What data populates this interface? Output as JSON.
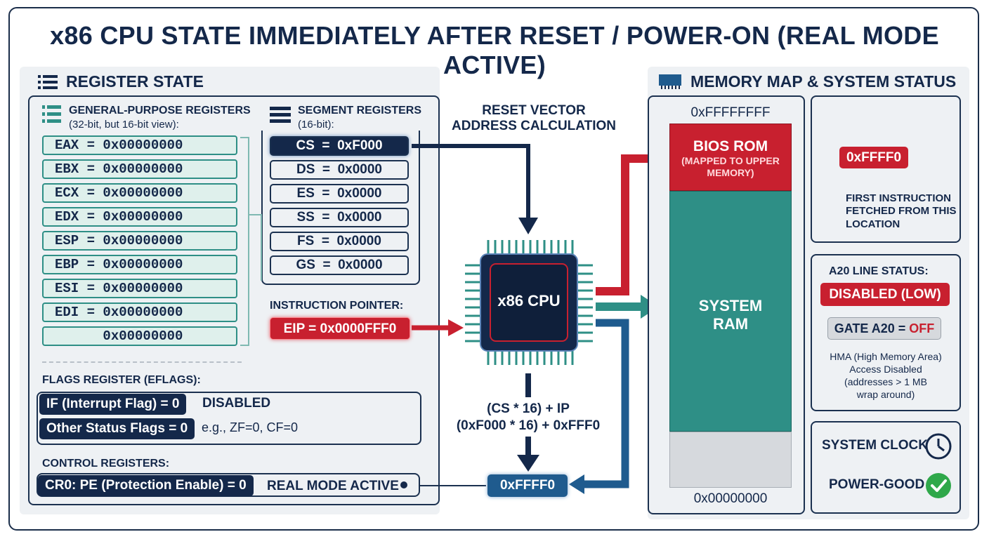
{
  "title": "x86 CPU STATE IMMEDIATELY AFTER RESET / POWER-ON (REAL MODE ACTIVE)",
  "register_state": {
    "heading": "REGISTER STATE",
    "gp_heading": "GENERAL-PURPOSE REGISTERS",
    "gp_sub": "(32-bit, but 16-bit view):",
    "gp_registers": [
      "EAX = 0x00000000",
      "EBX = 0x00000000",
      "ECX = 0x00000000",
      "EDX = 0x00000000",
      "ESP = 0x00000000",
      "EBP = 0x00000000",
      "ESI = 0x00000000",
      "EDI = 0x00000000",
      "      0x00000000"
    ],
    "seg_heading": "SEGMENT REGISTERS",
    "seg_sub": "(16-bit):",
    "seg_registers": [
      "CS  =  0xF000",
      "DS  =  0x0000",
      "ES  =  0x0000",
      "SS  =  0x0000",
      "FS  =  0x0000",
      "GS  =  0x0000"
    ],
    "ip_heading": "INSTRUCTION POINTER:",
    "eip": "EIP = 0x0000FFF0",
    "flags_heading": "FLAGS REGISTER (EFLAGS):",
    "if_flag": "IF (Interrupt Flag) = 0",
    "if_state": "DISABLED",
    "other_flags": "Other Status Flags = 0",
    "other_flags_note": "e.g., ZF=0, CF=0",
    "control_heading": "CONTROL REGISTERS:",
    "cr0": "CR0: PE (Protection Enable) = 0",
    "mode": "REAL MODE ACTIVE"
  },
  "center": {
    "reset_vector_line1": "RESET VECTOR",
    "reset_vector_line2": "ADDRESS CALCULATION",
    "cpu_label": "x86 CPU",
    "formula_line1": "(CS * 16) + IP",
    "formula_line2": "(0xF000 * 16) + 0xFFF0",
    "result": "0xFFFF0"
  },
  "memory": {
    "heading": "MEMORY MAP & SYSTEM STATUS",
    "top_address": "0xFFFFFFFF",
    "bios_label": "BIOS ROM",
    "bios_sub_line1": "(MAPPED TO UPPER",
    "bios_sub_line2": "MEMORY)",
    "ram_line1": "SYSTEM",
    "ram_line2": "RAM",
    "bottom_address": "0x00000000",
    "fetch_address": "0xFFFF0",
    "fetch_note_line1": "FIRST INSTRUCTION",
    "fetch_note_line2": "FETCHED FROM THIS",
    "fetch_note_line3": "LOCATION"
  },
  "a20": {
    "heading": "A20 LINE STATUS:",
    "status": "DISABLED (LOW)",
    "gate_label": "GATE A20 = ",
    "gate_value": "OFF",
    "note_line1": "HMA (High Memory Area)",
    "note_line2": "Access Disabled",
    "note_line3": "(addresses > 1 MB",
    "note_line4": "wrap around)"
  },
  "system": {
    "clock_label": "SYSTEM CLOCK",
    "power_label": "POWER-GOOD"
  },
  "colors": {
    "navy": "#14284a",
    "red": "#c8202f",
    "teal": "#2e8f86",
    "blue": "#1f5b8e",
    "green": "#2fa84a"
  }
}
